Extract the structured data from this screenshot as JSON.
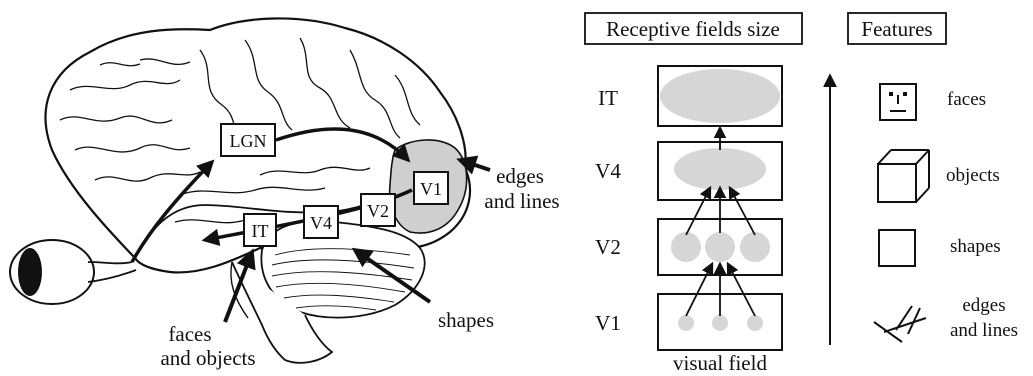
{
  "brain": {
    "labels": {
      "lgn": "LGN",
      "it": "IT",
      "v4": "V4",
      "v2": "V2",
      "v1": "V1",
      "edges_line1": "edges",
      "edges_line2": "and lines",
      "shapes": "shapes",
      "faces_line1": "faces",
      "faces_line2": "and objects"
    }
  },
  "receptive": {
    "title": "Receptive fields size",
    "levels": [
      "IT",
      "V4",
      "V2",
      "V1"
    ],
    "bottom_label": "visual field"
  },
  "features": {
    "title": "Features",
    "items": [
      {
        "label_lines": [
          "faces"
        ],
        "icon": "face-icon"
      },
      {
        "label_lines": [
          "objects"
        ],
        "icon": "cube-icon"
      },
      {
        "label_lines": [
          "shapes"
        ],
        "icon": "square-icon"
      },
      {
        "label_lines": [
          "edges",
          "and lines"
        ],
        "icon": "lines-icon"
      }
    ]
  },
  "colors": {
    "ink": "#111111",
    "receptive_fill": "#d6d6d6",
    "occipital_fill": "#cfcfcf"
  }
}
